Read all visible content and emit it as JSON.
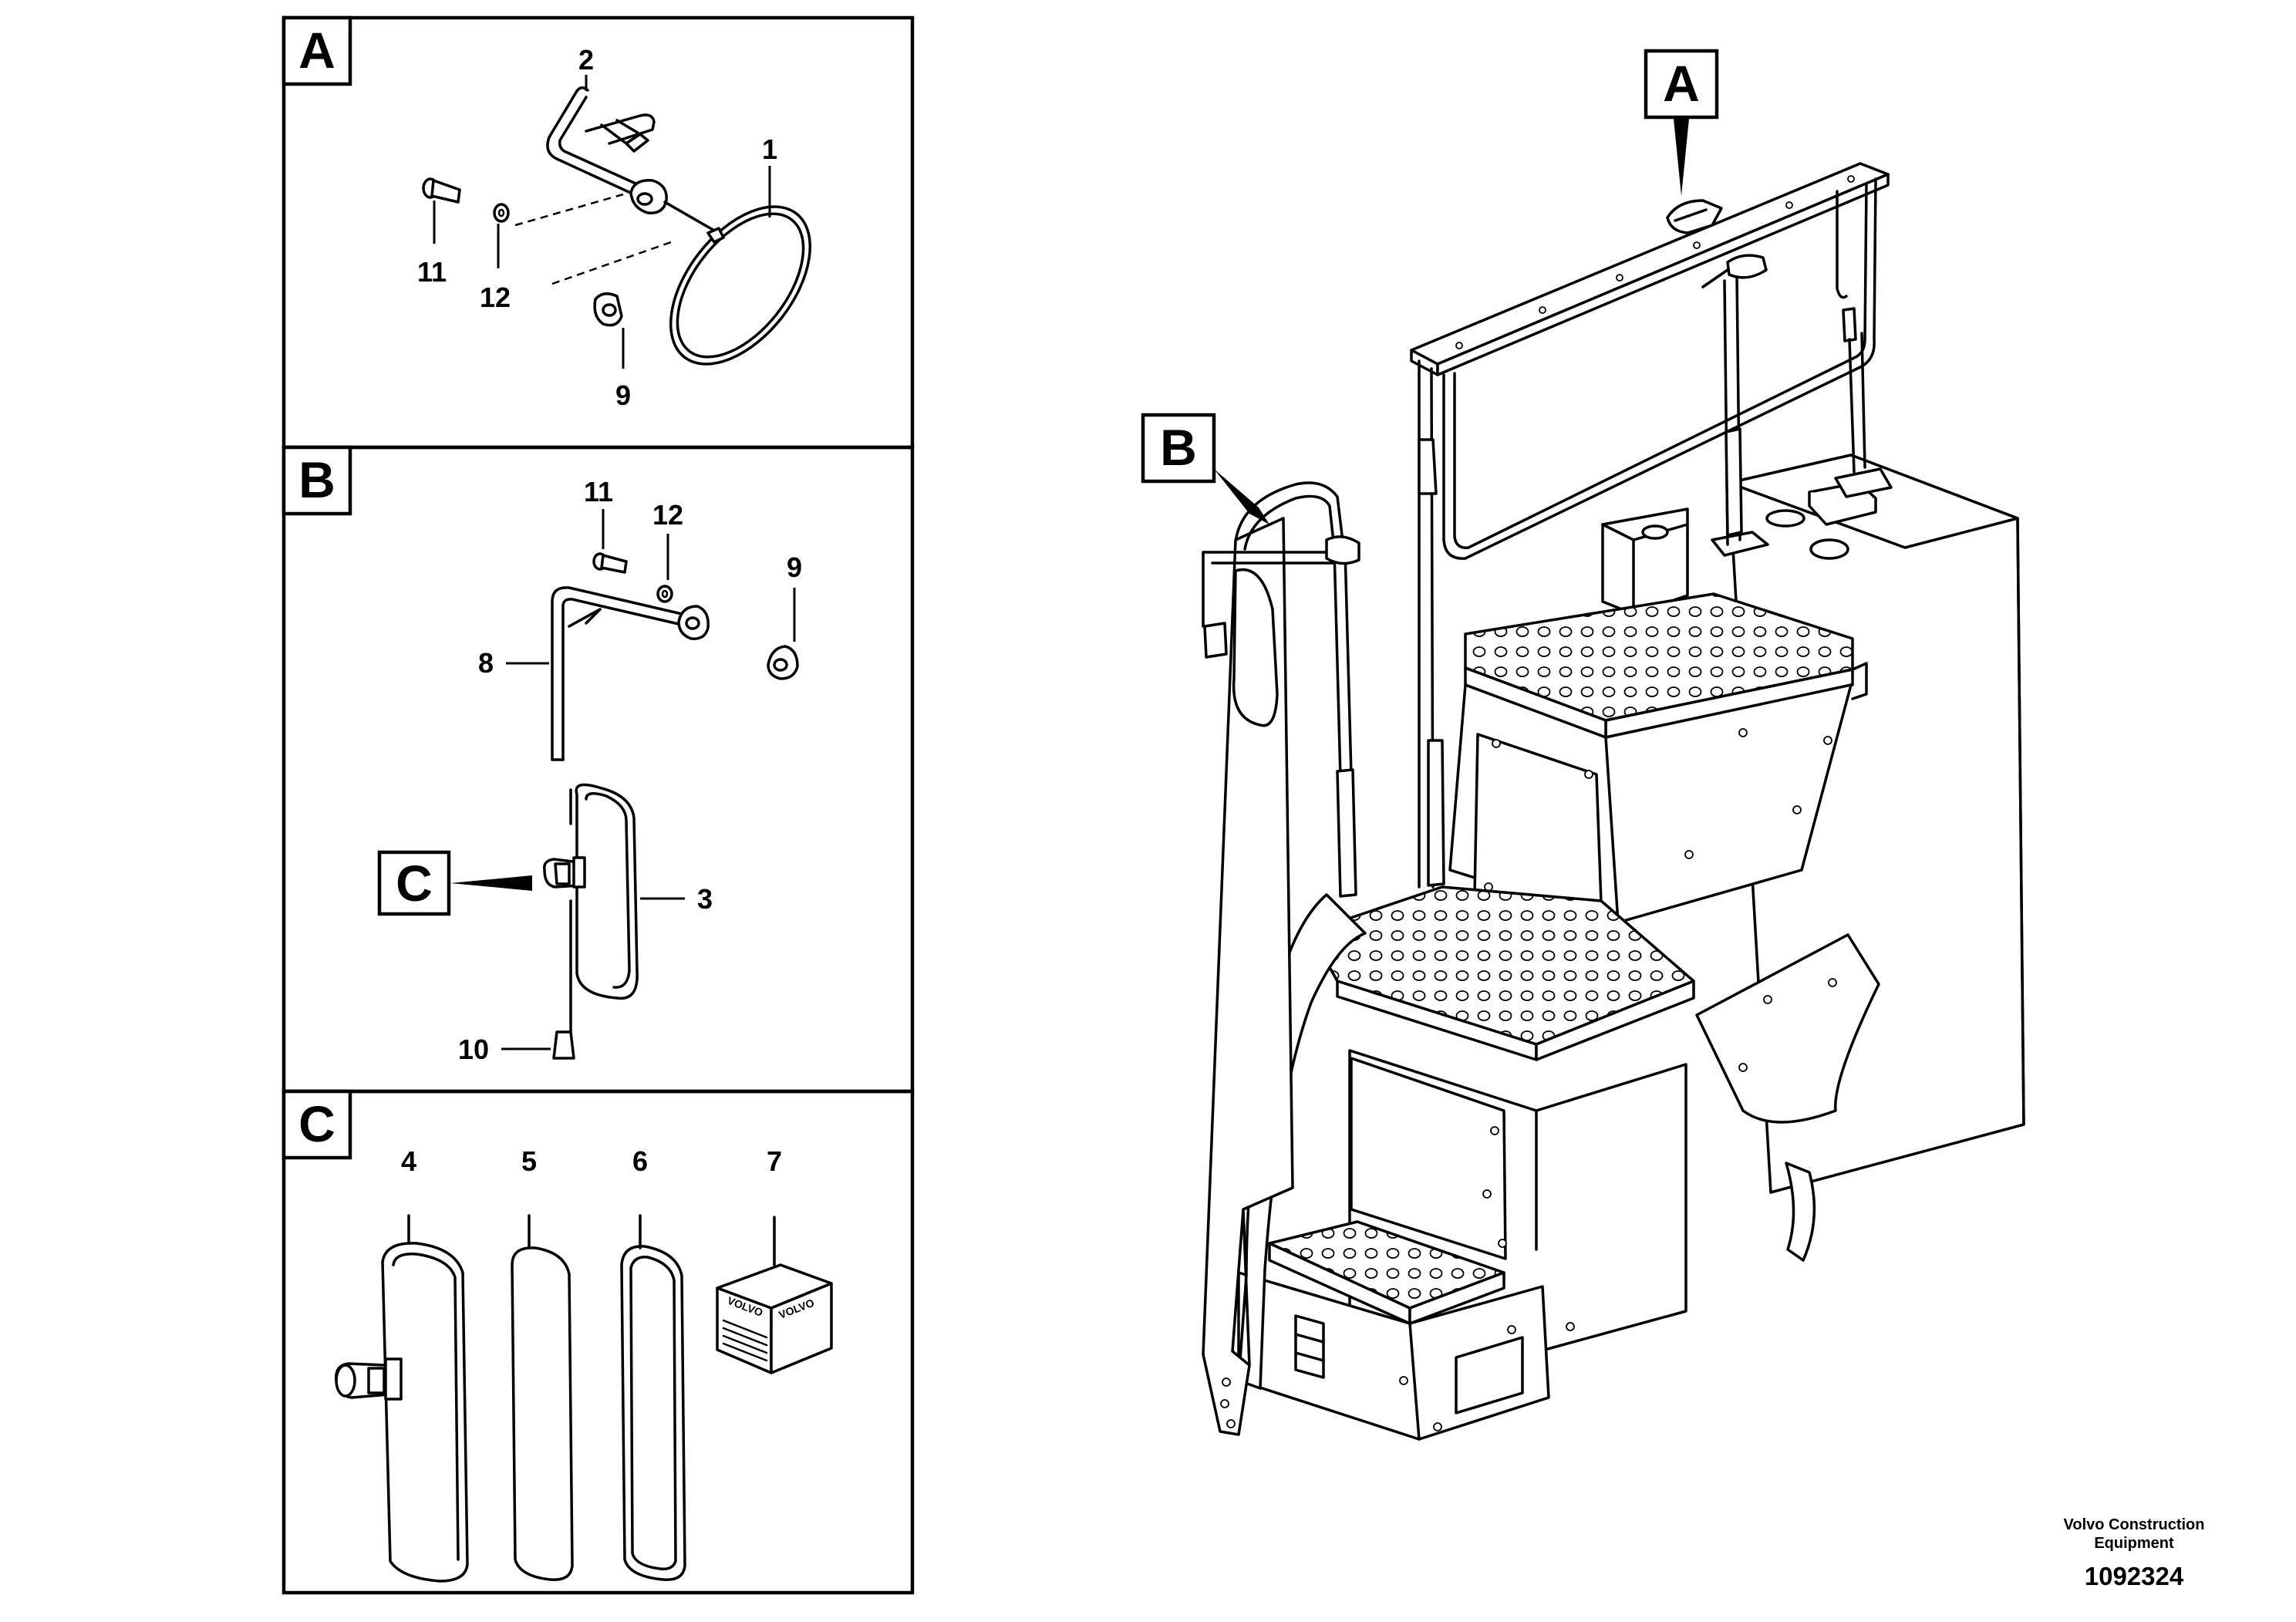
{
  "panels": [
    {
      "label": "A",
      "callouts": [
        "1",
        "2",
        "9",
        "11",
        "12"
      ]
    },
    {
      "label": "B",
      "callouts": [
        "3",
        "8",
        "9",
        "10",
        "11",
        "12"
      ]
    },
    {
      "label": "C",
      "callouts": [
        "4",
        "5",
        "6",
        "7"
      ]
    }
  ],
  "detail_refs": {
    "a": "A",
    "b": "B",
    "c": "C"
  },
  "kit_brand": "VOLVO",
  "footer": {
    "company_line1": "Volvo Construction",
    "company_line2": "Equipment",
    "drawing_number": "1092324"
  }
}
